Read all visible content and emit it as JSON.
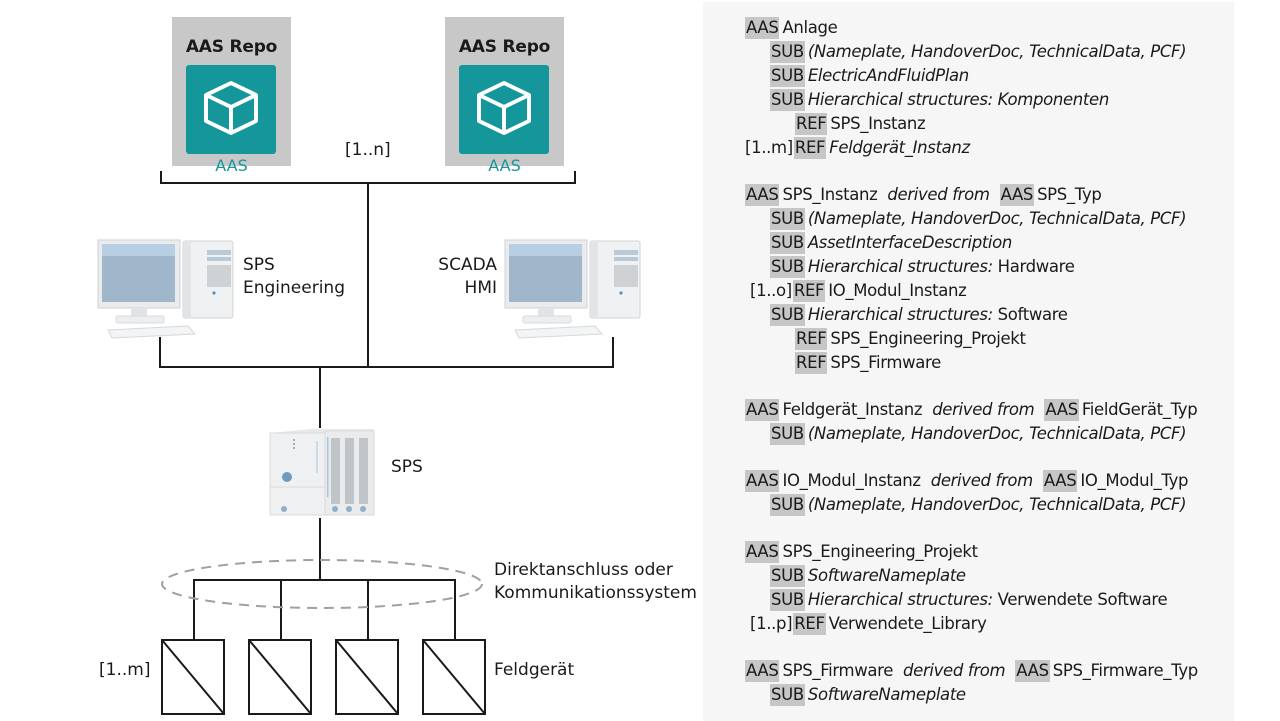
{
  "diagram": {
    "repositories": [
      {
        "title": "AAS Repo",
        "icon": "cube-icon",
        "label": "AAS"
      },
      {
        "title": "AAS Repo",
        "icon": "cube-icon",
        "label": "AAS"
      }
    ],
    "repo_multiplicity": "[1..n]",
    "workstations": [
      {
        "label_line1": "SPS",
        "label_line2": "Engineering",
        "icon": "desktop-computer-icon"
      },
      {
        "label_line1": "SCADA",
        "label_line2": "HMI",
        "icon": "desktop-computer-icon"
      }
    ],
    "controller": {
      "label": "SPS",
      "icon": "plc-controller-icon"
    },
    "connection": {
      "label_line1": "Direktanschluss oder",
      "label_line2": "Kommunikationssystem"
    },
    "field_devices": {
      "label": "Feldgerät",
      "multiplicity": "[1..m]",
      "count": 4,
      "icon": "field-device-icon"
    },
    "colors": {
      "aas_teal": "#15969b",
      "repo_gray": "#c8c8c8",
      "line": "#1a1a1a",
      "dash": "#a0a0a0"
    }
  },
  "panel": {
    "colors": {
      "background": "#f6f6f6",
      "keyword_highlight": "#c6c6c6"
    },
    "lines": [
      {
        "indent": 0,
        "parts": [
          {
            "kw": "AAS"
          },
          {
            "t": "Anlage"
          }
        ]
      },
      {
        "indent": 1,
        "parts": [
          {
            "kw": "SUB"
          },
          {
            "i": "(Nameplate, HandoverDoc, TechnicalData, PCF)"
          }
        ]
      },
      {
        "indent": 1,
        "parts": [
          {
            "kw": "SUB"
          },
          {
            "i": "ElectricAndFluidPlan"
          }
        ]
      },
      {
        "indent": 1,
        "parts": [
          {
            "kw": "SUB"
          },
          {
            "i": "Hierarchical structures: Komponenten"
          }
        ]
      },
      {
        "indent": 2,
        "parts": [
          {
            "kw": "REF"
          },
          {
            "t": "SPS_Instanz"
          }
        ]
      },
      {
        "indent": 0,
        "parts": [
          {
            "m": "[1..m]"
          },
          {
            "kw": "REF"
          },
          {
            "i": "Feldgerät_Instanz"
          }
        ]
      },
      {
        "indent": 0,
        "parts": [
          {
            "kw": "AAS"
          },
          {
            "t": "SPS_Instanz"
          },
          {
            "g": ""
          },
          {
            "i": "derived from"
          },
          {
            "g": ""
          },
          {
            "kw": "AAS"
          },
          {
            "t": "SPS_Typ"
          }
        ]
      },
      {
        "indent": 1,
        "parts": [
          {
            "kw": "SUB"
          },
          {
            "i": "(Nameplate, HandoverDoc, TechnicalData, PCF)"
          }
        ]
      },
      {
        "indent": 1,
        "parts": [
          {
            "kw": "SUB"
          },
          {
            "i": "AssetInterfaceDescription"
          }
        ]
      },
      {
        "indent": 1,
        "parts": [
          {
            "kw": "SUB"
          },
          {
            "i": "Hierarchical structures: "
          },
          {
            "t": "Hardware"
          }
        ]
      },
      {
        "indent": 0.25,
        "parts": [
          {
            "m": "[1..o]"
          },
          {
            "kw": "REF"
          },
          {
            "t": "IO_Modul_Instanz"
          }
        ]
      },
      {
        "indent": 1,
        "parts": [
          {
            "kw": "SUB"
          },
          {
            "i": "Hierarchical structures: "
          },
          {
            "t": "Software"
          }
        ]
      },
      {
        "indent": 2,
        "parts": [
          {
            "kw": "REF"
          },
          {
            "t": "SPS_Engineering_Projekt"
          }
        ]
      },
      {
        "indent": 2,
        "parts": [
          {
            "kw": "REF"
          },
          {
            "t": "SPS_Firmware"
          }
        ]
      },
      {
        "indent": 0,
        "parts": [
          {
            "kw": "AAS"
          },
          {
            "t": "Feldgerät_Instanz"
          },
          {
            "g": ""
          },
          {
            "i": "derived from"
          },
          {
            "g": ""
          },
          {
            "kw": "AAS"
          },
          {
            "t": "FieldGerät_Typ"
          }
        ]
      },
      {
        "indent": 1,
        "parts": [
          {
            "kw": "SUB"
          },
          {
            "i": "(Nameplate, HandoverDoc, TechnicalData, PCF)"
          }
        ]
      },
      {
        "indent": 0,
        "parts": [
          {
            "kw": "AAS"
          },
          {
            "t": "IO_Modul_Instanz"
          },
          {
            "g": ""
          },
          {
            "i": "derived from"
          },
          {
            "g": ""
          },
          {
            "kw": "AAS"
          },
          {
            "t": "IO_Modul_Typ"
          }
        ]
      },
      {
        "indent": 1,
        "parts": [
          {
            "kw": "SUB"
          },
          {
            "i": "(Nameplate, HandoverDoc, TechnicalData, PCF)"
          }
        ]
      },
      {
        "indent": 0,
        "parts": [
          {
            "kw": "AAS"
          },
          {
            "t": "SPS_Engineering_Projekt"
          }
        ]
      },
      {
        "indent": 1,
        "parts": [
          {
            "kw": "SUB"
          },
          {
            "i": "SoftwareNameplate"
          }
        ]
      },
      {
        "indent": 1,
        "parts": [
          {
            "kw": "SUB"
          },
          {
            "i": "Hierarchical structures: "
          },
          {
            "t": "Verwendete Software"
          }
        ]
      },
      {
        "indent": 0.25,
        "parts": [
          {
            "m": "[1..p]"
          },
          {
            "kw": "REF"
          },
          {
            "t": "Verwendete_Library"
          }
        ]
      },
      {
        "indent": 0,
        "parts": [
          {
            "kw": "AAS"
          },
          {
            "t": "SPS_Firmware"
          },
          {
            "g": ""
          },
          {
            "i": "derived from"
          },
          {
            "g": ""
          },
          {
            "kw": "AAS"
          },
          {
            "t": "SPS_Firmware_Typ"
          }
        ]
      },
      {
        "indent": 1,
        "parts": [
          {
            "kw": "SUB"
          },
          {
            "i": "SoftwareNameplate"
          }
        ]
      }
    ]
  }
}
